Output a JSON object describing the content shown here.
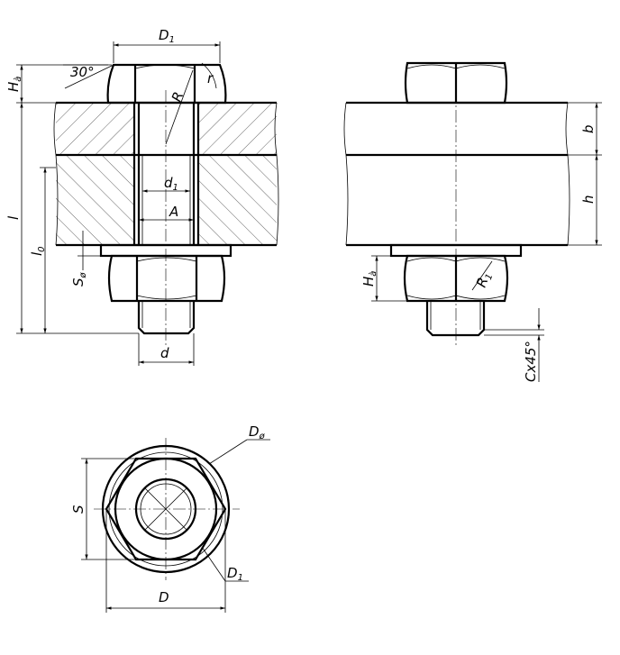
{
  "labels": {
    "D1_top": "D",
    "D1_top_sub": "1",
    "Ha_left": "H",
    "Ha_left_sub": "à",
    "angle": "30°",
    "R": "R",
    "r": "r",
    "l": "l",
    "l0": "l",
    "l0_sub": "0",
    "d1": "d",
    "d1_sub": "1",
    "A": "A",
    "Sw": "S",
    "Sw_sub": "ø",
    "d": "d",
    "b": "b",
    "h": "h",
    "Ha_right": "H",
    "Ha_right_sub": "à",
    "R1": "R",
    "R1_sub": "1",
    "chamfer": "Cx45°",
    "Dw": "D",
    "Dw_sub": "ø",
    "S": "S",
    "D1_bottom": "D",
    "D1_bottom_sub": "1",
    "D": "D"
  }
}
